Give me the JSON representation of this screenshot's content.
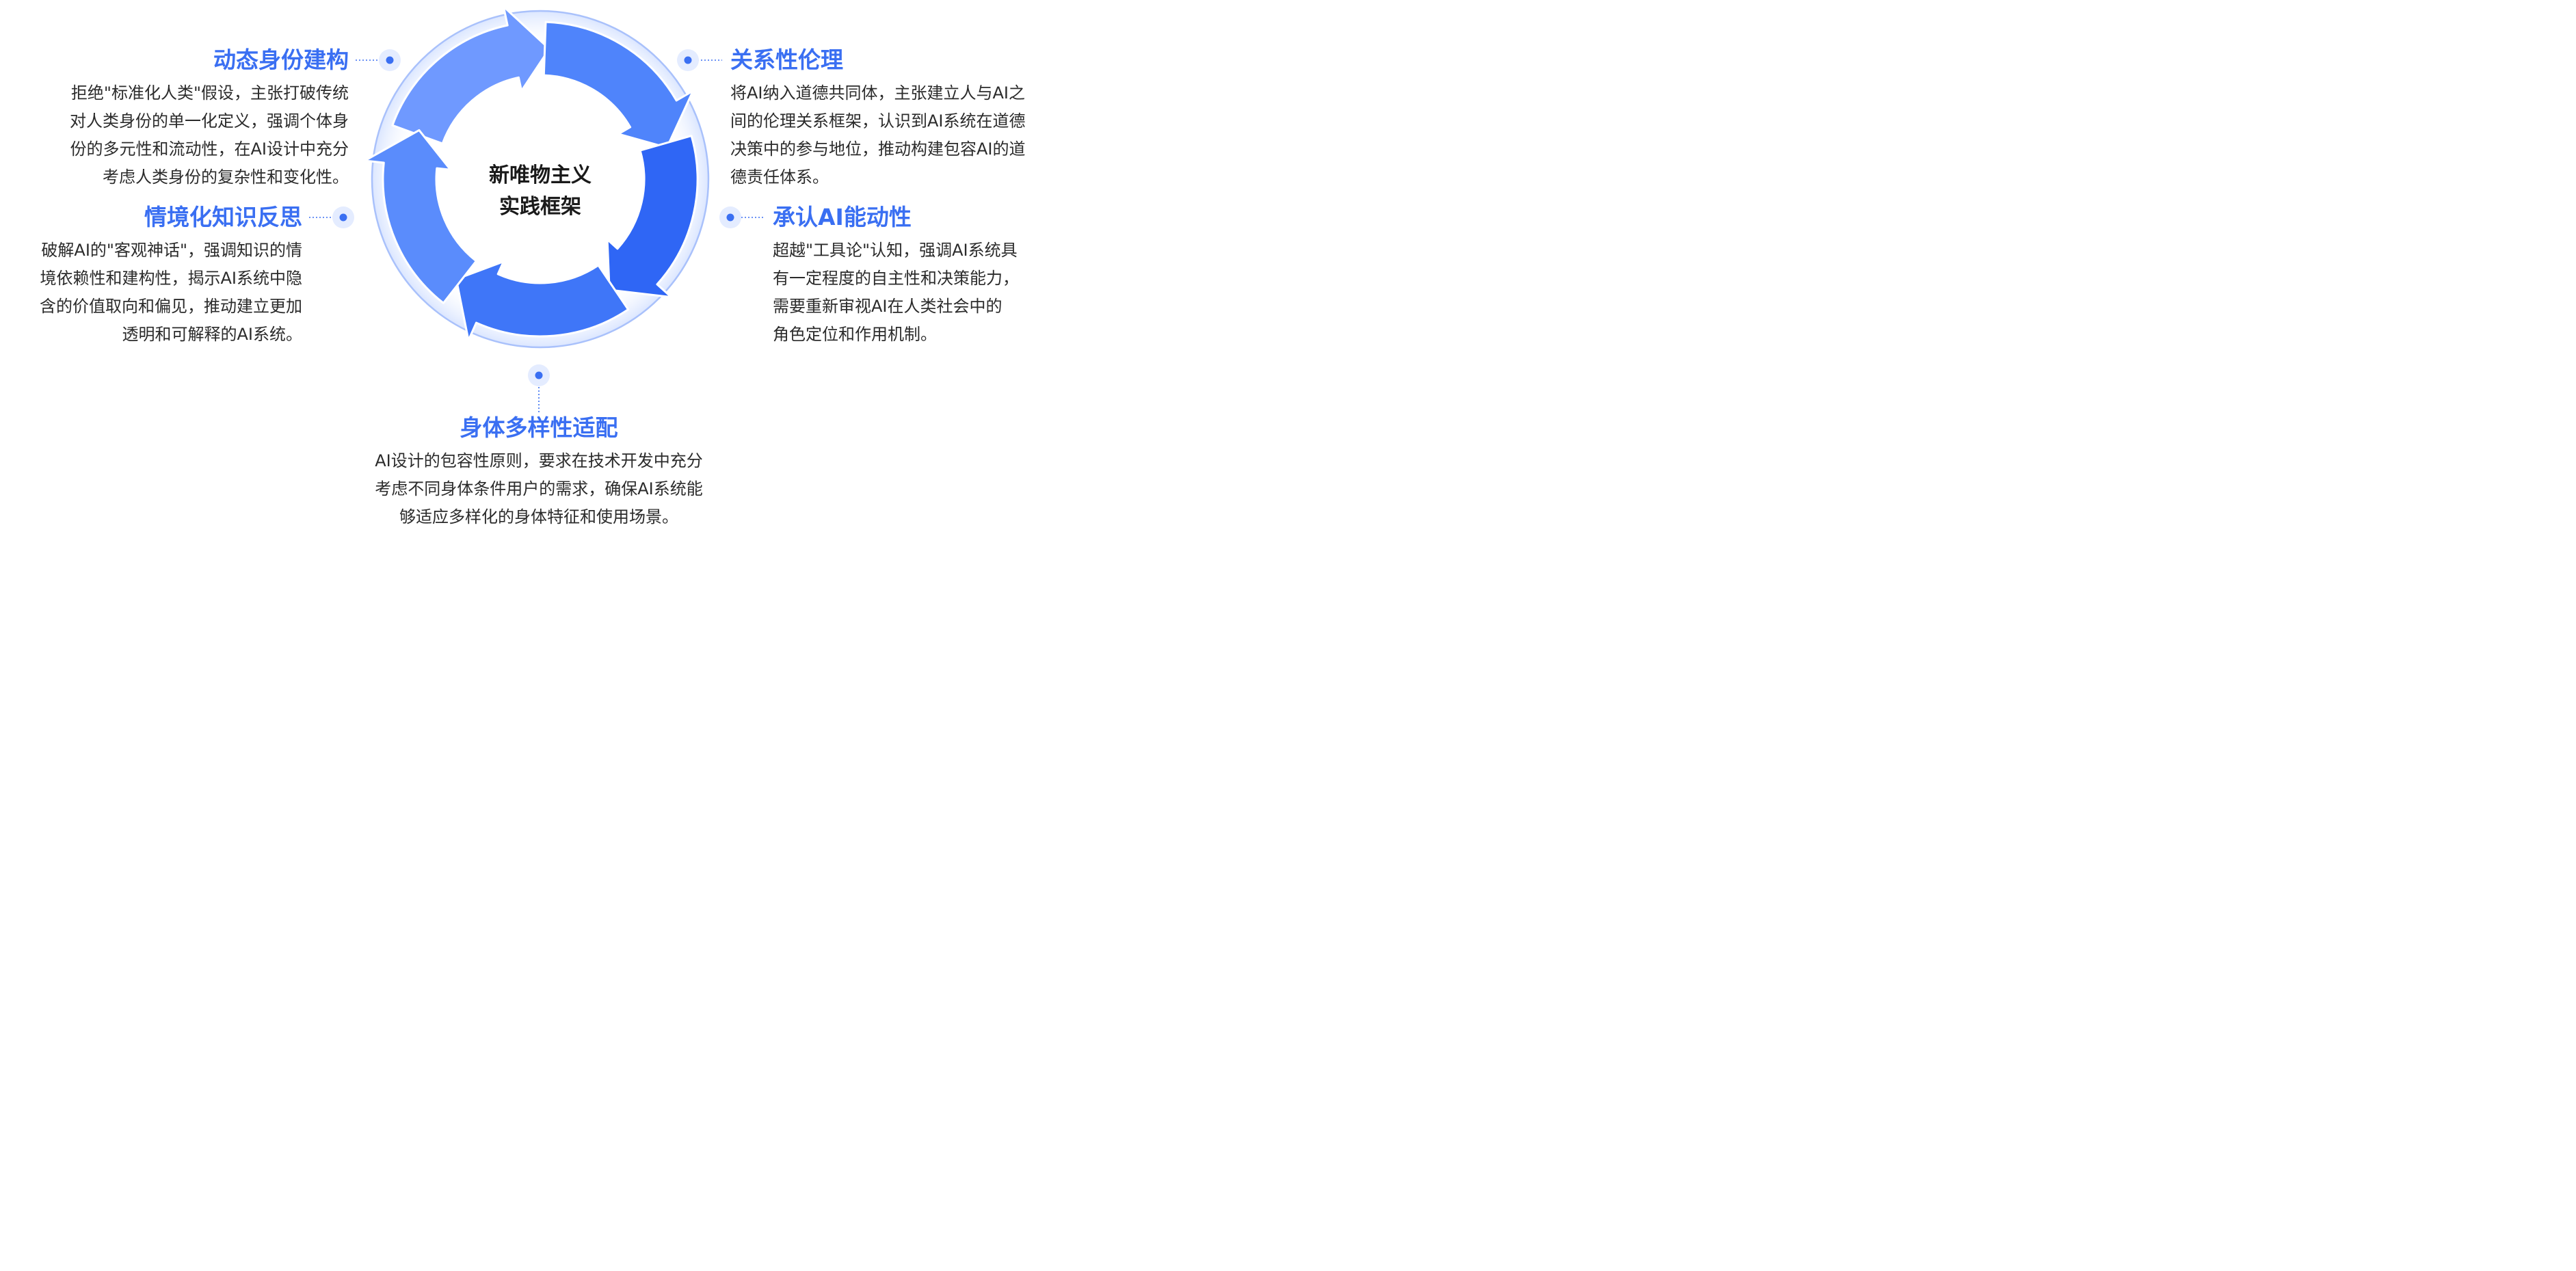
{
  "center": {
    "line1": "新唯物主义",
    "line2": "实践框架"
  },
  "colors": {
    "accent": "#3a6ff2",
    "arrow_light": "#6f99ff",
    "arrow_dark": "#2f66f5",
    "text": "#2b2b2b"
  },
  "sections": {
    "identity": {
      "title": "动态身份建构",
      "lines": [
        "拒绝\"标准化人类\"假设，主张打破传统",
        "对人类身份的单一化定义，强调个体身",
        "份的多元性和流动性，在AI设计中充分",
        "考虑人类身份的复杂性和变化性。"
      ]
    },
    "knowledge": {
      "title": "情境化知识反思",
      "lines": [
        "破解AI的\"客观神话\"，强调知识的情",
        "境依赖性和建构性，揭示AI系统中隐",
        "含的价值取向和偏见，推动建立更加",
        "透明和可解释的AI系统。"
      ]
    },
    "ethics": {
      "title": "关系性伦理",
      "lines": [
        "将AI纳入道德共同体，主张建立人与AI之",
        "间的伦理关系框架，认识到AI系统在道德",
        "决策中的参与地位，推动构建包容AI的道",
        "德责任体系。"
      ]
    },
    "agency": {
      "title": "承认AI能动性",
      "lines": [
        "超越\"工具论\"认知，强调AI系统具",
        "有一定程度的自主性和决策能力，",
        "需要重新审视AI在人类社会中的",
        "角色定位和作用机制。"
      ]
    },
    "body": {
      "title": "身体多样性适配",
      "lines": [
        "AI设计的包容性原则，要求在技术开发中充分",
        "考虑不同身体条件用户的需求，确保AI系统能",
        "够适应多样化的身体特征和使用场景。"
      ]
    }
  }
}
